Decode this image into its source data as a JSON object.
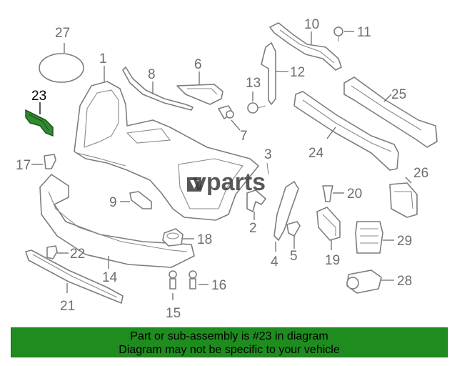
{
  "brand": {
    "logo_text": "vparts"
  },
  "callouts": {
    "c1": "1",
    "c2": "2",
    "c3": "3",
    "c4": "4",
    "c5": "5",
    "c6": "6",
    "c7": "7",
    "c8": "8",
    "c9": "9",
    "c10": "10",
    "c11": "11",
    "c12": "12",
    "c13": "13",
    "c14": "14",
    "c15": "15",
    "c16": "16",
    "c17": "17",
    "c18": "18",
    "c19": "19",
    "c20": "20",
    "c21": "21",
    "c22": "22",
    "c23": "23",
    "c24": "24",
    "c25": "25",
    "c26": "26",
    "c27": "27",
    "c28": "28",
    "c29": "29"
  },
  "highlighted_part": "23",
  "colors": {
    "highlight_part": "#2e8b2e",
    "banner_background": "#1f8c1f",
    "callout_text": "#6d6d6d"
  },
  "banner": {
    "line1": "Part or sub-assembly is #23 in diagram",
    "line2": "Diagram may not be specific to your vehicle"
  }
}
